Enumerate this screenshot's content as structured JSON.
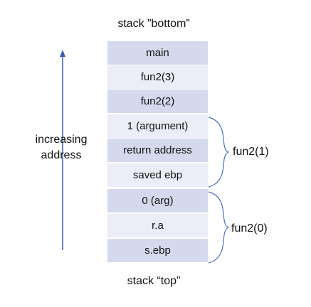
{
  "stack_bottom_label": "stack ”bottom”",
  "stack_top_label": "stack “top”",
  "axis_label_line1": "increasing",
  "axis_label_line2": "address",
  "cells": [
    {
      "label": "main",
      "fill": "#d5d9ee"
    },
    {
      "label": "fun2(3)",
      "fill": "#eceef7"
    },
    {
      "label": "fun2(2)",
      "fill": "#d5d9ee"
    },
    {
      "label": "1 (argument)",
      "fill": "#eceef7"
    },
    {
      "label": "return address",
      "fill": "#d5d9ee"
    },
    {
      "label": "saved ebp",
      "fill": "#eceef7"
    },
    {
      "label": "0 (arg)",
      "fill": "#d5d9ee"
    },
    {
      "label": "r.a",
      "fill": "#eceef7"
    },
    {
      "label": "s.ebp",
      "fill": "#d5d9ee"
    }
  ],
  "frames": [
    {
      "label": "fun2(1)"
    },
    {
      "label": "fun2(0)"
    }
  ],
  "colors": {
    "arrow": "#3a5fb0",
    "brace": "#4a6fc2"
  }
}
